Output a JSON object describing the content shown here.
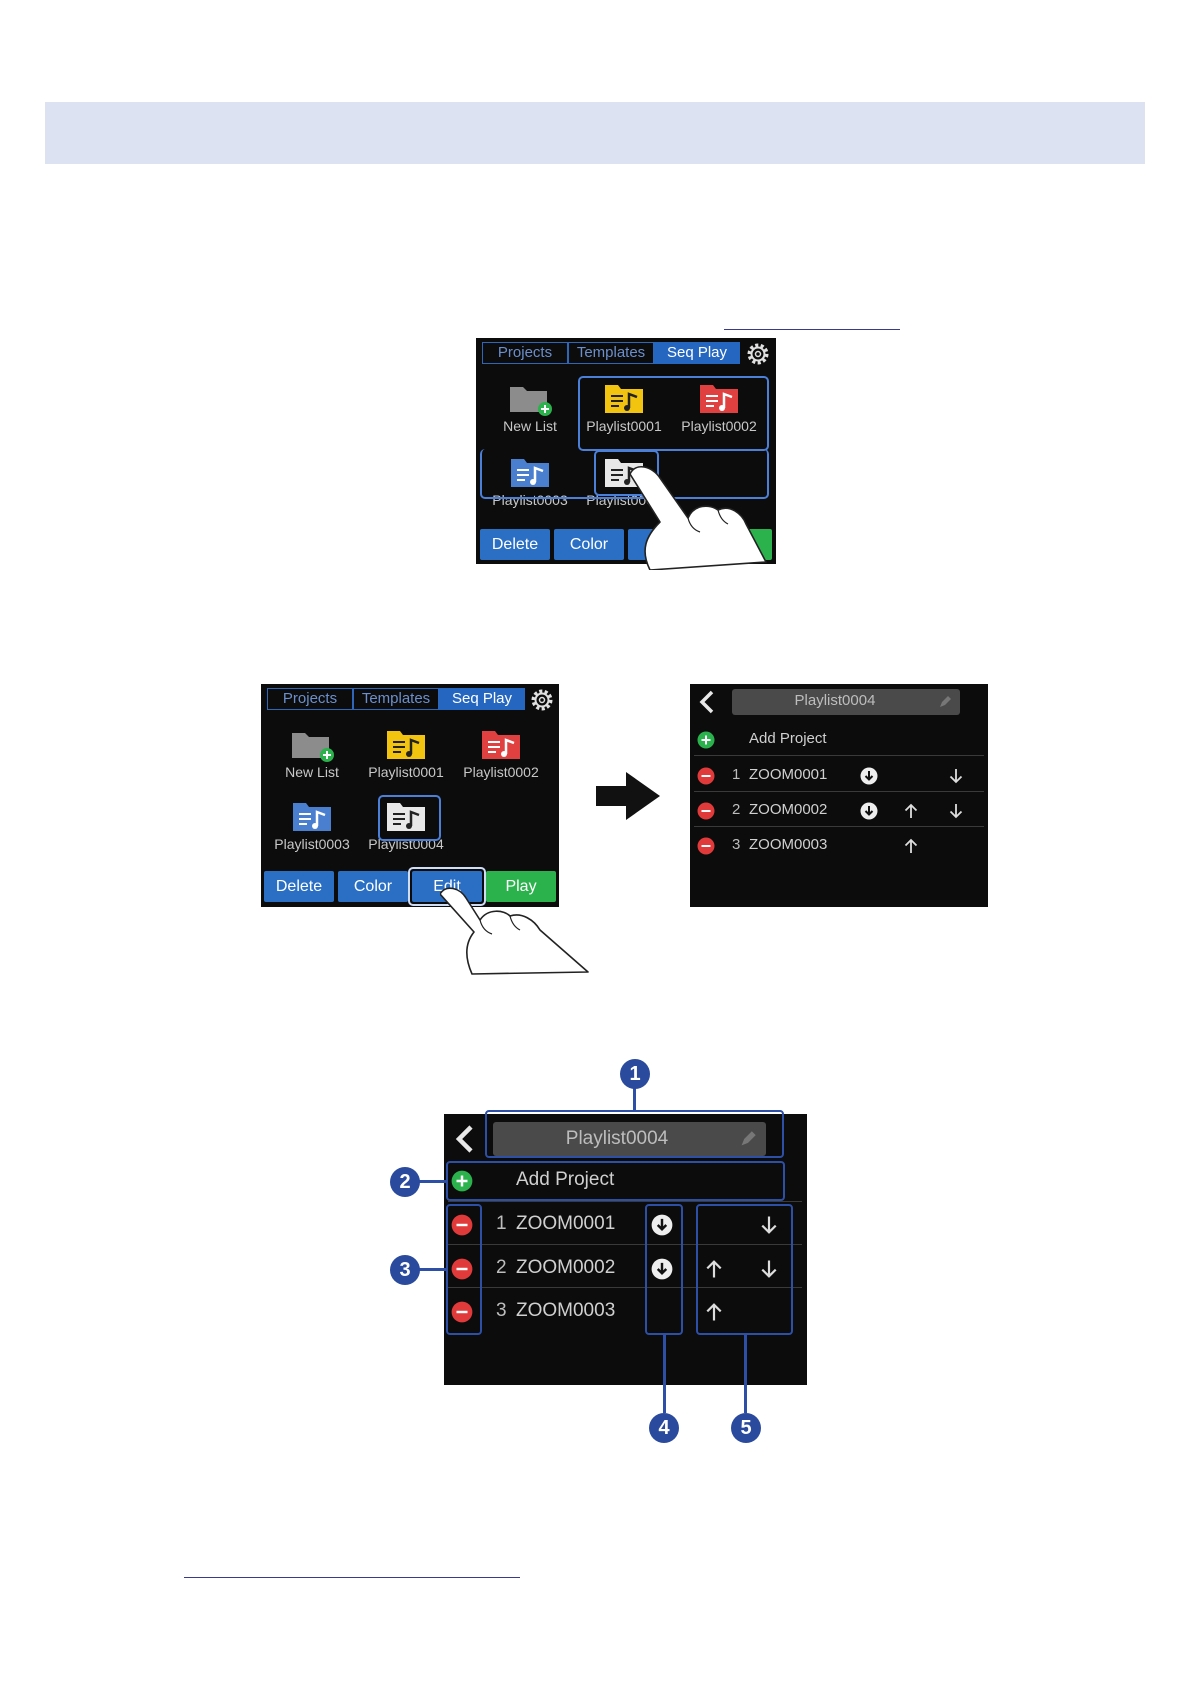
{
  "screenA": {
    "tabs": [
      "Projects",
      "Templates",
      "Seq Play"
    ],
    "tiles": [
      "New List",
      "Playlist0001",
      "Playlist0002",
      "Playlist0003",
      "Playlist0004"
    ],
    "buttons": [
      "Delete",
      "Color",
      "Edit",
      "Play"
    ],
    "colors": {
      "active_tab": "#2566c0",
      "button_blue": "#2a6fc4",
      "button_green": "#2bb24c",
      "yellow_folder": "#f2c40f",
      "red_folder": "#e04040",
      "blue_folder": "#4a7fd0"
    }
  },
  "screenB": {
    "title": "Playlist0004",
    "add_label": "Add Project",
    "items": [
      {
        "index": "1",
        "name": "ZOOM0001"
      },
      {
        "index": "2",
        "name": "ZOOM0002"
      },
      {
        "index": "3",
        "name": "ZOOM0003"
      }
    ]
  },
  "callouts": [
    "1",
    "2",
    "3",
    "4",
    "5"
  ],
  "icons": [
    "gear-icon",
    "finger-icon",
    "arrow-right-icon",
    "back-chevron-icon",
    "pencil-icon",
    "add-icon",
    "remove-icon",
    "play-next-icon",
    "move-up-icon",
    "move-down-icon"
  ]
}
